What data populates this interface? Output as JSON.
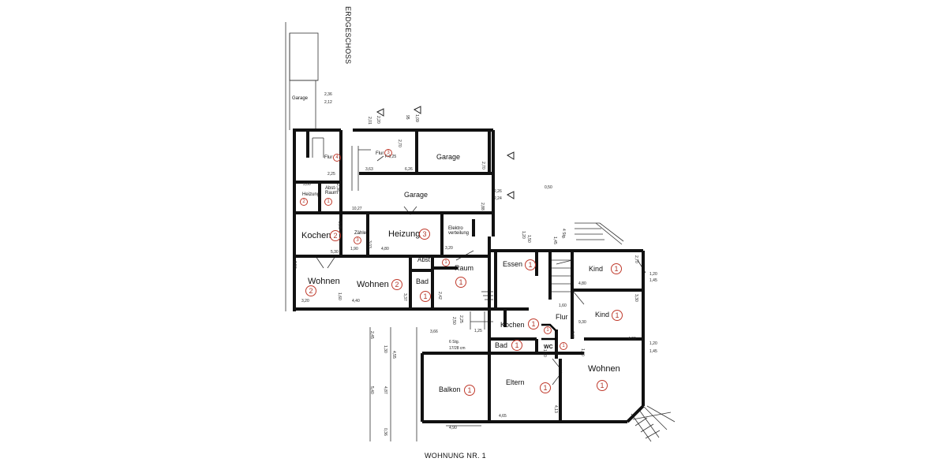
{
  "plan": {
    "floor_label": "ERDGESCHOSS",
    "title": "WOHNUNG NR. 1"
  },
  "rooms": {
    "garage_small": "Garage",
    "garage_top": "Garage",
    "garage_mid": "Garage",
    "flur_4": "Flur",
    "flur_3": "Flur",
    "heizung_small": "Heizung",
    "abst_raum": "Abst-\nRaum",
    "kochen_2": "Kochen",
    "zahler": "Zähler",
    "heizung_3": "Heizung",
    "elektroverteilung": "Elektro\nverteilung",
    "wohnen_2a": "Wohnen",
    "wohnen_2b": "Wohnen",
    "abst": "Abst",
    "bad_2": "Bad",
    "raum": "Raum",
    "essen": "Essen",
    "kind_a": "Kind",
    "kind_b": "Kind",
    "flur_1": "Flur",
    "kochen_1": "Kochen",
    "bad_1": "Bad",
    "wc": "WC",
    "wohnen_1": "Wohnen",
    "balkon": "Balkon",
    "eltern": "Eltern"
  },
  "unit_numbers": {
    "flur_4": "4",
    "flur_3": "3",
    "heizung_small": "2",
    "abst_raum": "1",
    "kochen_2": "2",
    "zahler": "3",
    "heizung_3": "3",
    "wohnen_2a": "2",
    "wohnen_2b": "2",
    "abst": "1",
    "bad_2": "1",
    "raum": "1",
    "essen": "1",
    "kind_a": "1",
    "kind_b": "1",
    "kochen_1": "1",
    "flur_1": "1",
    "bad_1": "1",
    "wc": "1",
    "wohnen_1": "1",
    "balkon": "1",
    "eltern": "1"
  },
  "dimensions": {
    "d_236": "2,36",
    "d_212": "2,12",
    "d_201": "2,01",
    "d_220": "2,20",
    "d_95": "95",
    "d_109": "1,09",
    "d_270a": "2,70",
    "d_225a": "2,25",
    "d_363": "3,63",
    "d_1025": "F:0,25",
    "d_626": "6,26",
    "d_270b": "2,70",
    "d_300": "3,00",
    "d_238": "2,38",
    "d_1027": "10,27",
    "d_226": "2,26",
    "d_224": "2,24",
    "d_088": "2,88",
    "d_050": "0,50",
    "d_295": "2,95",
    "d_530": "5,30",
    "d_190": "1,90",
    "d_303": "3,03",
    "d_480": "4,80",
    "d_320": "3,20",
    "d_250": "2,50",
    "d_320b": "3,20",
    "d_160": "1,60",
    "d_440": "4,40",
    "d_337": "3,37",
    "d_242": "2,42",
    "d_120a": "1,20",
    "d_145a": "1,45",
    "d_270c": "2,70",
    "d_480b": "4,80",
    "d_330": "3,30",
    "d_400": "4,00",
    "d_120b": "1,20",
    "d_145b": "1,45",
    "d_160b": "1,60",
    "d_150": "1,50",
    "d_120c": "1,20",
    "d_366": "3,66",
    "d_125": "1,25",
    "d_225b": "2,25",
    "d_250b": "2,50",
    "d_930": "9,30",
    "d_780": "7,80",
    "d_190b": "1,90",
    "d_stg": "6 Stg.",
    "d_stg2": "17/28 cm",
    "d_245": "2,45",
    "d_130": "1,30",
    "d_455": "4,55",
    "d_540": "5,40",
    "d_487": "4,87",
    "d_036": "0,36",
    "d_490": "4,90",
    "d_465": "4,65",
    "d_413": "4,13",
    "d_190c": "1,90",
    "d_145c": "1,45",
    "d_stairs": "4 Stg."
  }
}
